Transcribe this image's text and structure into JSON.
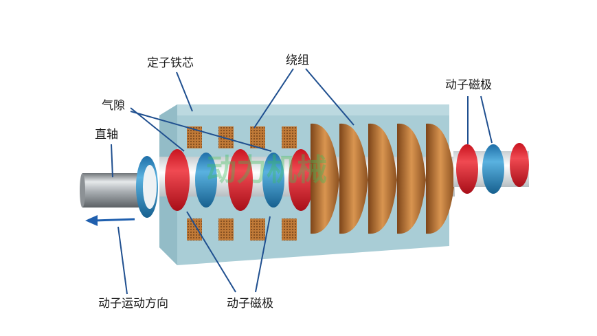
{
  "labels": {
    "stator_core": "定子铁芯",
    "winding": "绕组",
    "air_gap": "气隙",
    "shaft": "直轴",
    "mover_pole_right": "动子磁极",
    "mover_direction": "动子运动方向",
    "mover_pole_bottom": "动子磁极"
  },
  "watermark": "动力机械",
  "colors": {
    "stator": "#a9cdd6",
    "stator_dark": "#8fb6c1",
    "magnet_red": "#dd1d2a",
    "magnet_blue": "#2f8fc9",
    "spacer": "#e9eef0",
    "coil": "#c9813d",
    "coil_dark": "#8a4f1f",
    "shaft": "#b8bcc0",
    "leader": "#1f4f8f",
    "arrow": "#1f5fae"
  },
  "icons": {
    "direction_arrow": "arrow-left-icon"
  }
}
